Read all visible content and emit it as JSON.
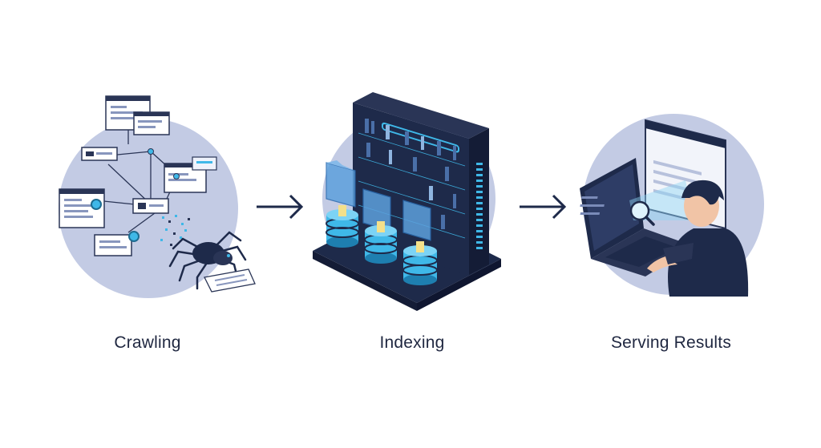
{
  "steps": [
    {
      "label": "Crawling",
      "icon": "spider-crawling-web-pages-icon"
    },
    {
      "label": "Indexing",
      "icon": "server-index-database-icon"
    },
    {
      "label": "Serving Results",
      "icon": "person-searching-laptop-icon"
    }
  ],
  "colors": {
    "circle": "#c3cbe4",
    "navy": "#1e2a4a",
    "accent": "#3fb8e8",
    "text": "#1f2740"
  }
}
